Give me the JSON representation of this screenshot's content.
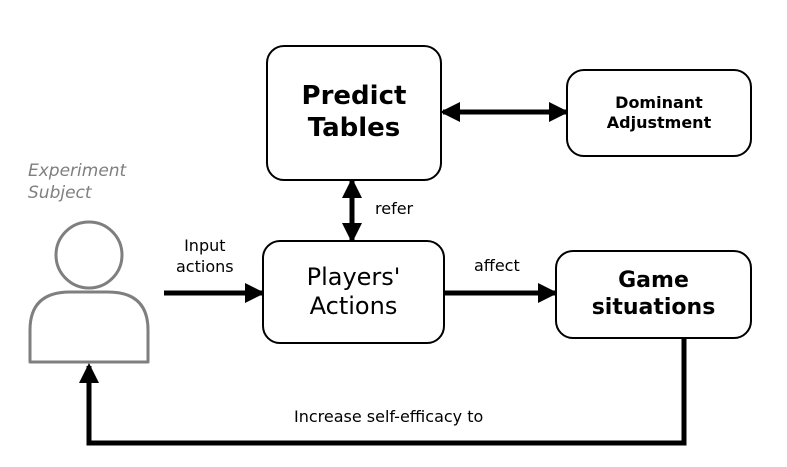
{
  "nodes": {
    "predict_tables": "Predict\nTables",
    "dominant_adjustment": "Dominant\nAdjustment",
    "players_actions": "Players'\nActions",
    "game_situations": "Game\nsituations"
  },
  "actor": {
    "caption": "Experiment\nSubject"
  },
  "edge_labels": {
    "input_actions": "Input\nactions",
    "refer": "refer",
    "affect": "affect",
    "feedback": "Increase self-efficacy to"
  },
  "colors": {
    "stroke": "#000000",
    "actor_stroke": "#7f7f7f",
    "caption": "#7f7f7f"
  },
  "icons": {
    "actor": "person-silhouette-icon"
  }
}
